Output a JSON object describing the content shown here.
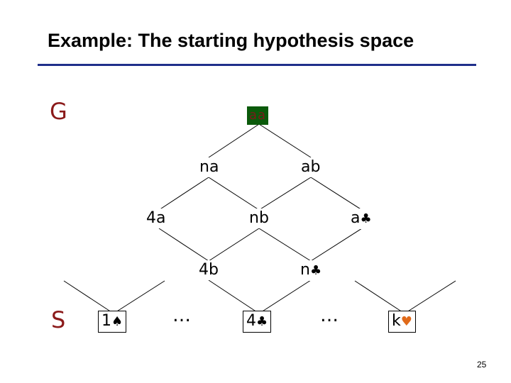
{
  "slide": {
    "title": "Example: The starting hypothesis space",
    "page_number": "25"
  },
  "labels": {
    "g": "G",
    "s": "S"
  },
  "nodes": {
    "top": "aa",
    "na": "na",
    "ab": "ab",
    "four_a": "4a",
    "nb": "nb",
    "a_club_text": "a",
    "four_b": "4b",
    "n_club_text": "n",
    "one_spade_text": "1",
    "four_club_text": "4",
    "k_heart_text": "k"
  },
  "suits": {
    "spade": "♠",
    "club": "♣",
    "heart": "♥"
  },
  "ellipsis": {
    "left": "…",
    "right": "…"
  },
  "colors": {
    "title_rule": "#1f2f8a",
    "g_s_labels": "#8b1a1a",
    "top_node_fill": "#0b5a0b",
    "heart": "#e06a1a"
  }
}
